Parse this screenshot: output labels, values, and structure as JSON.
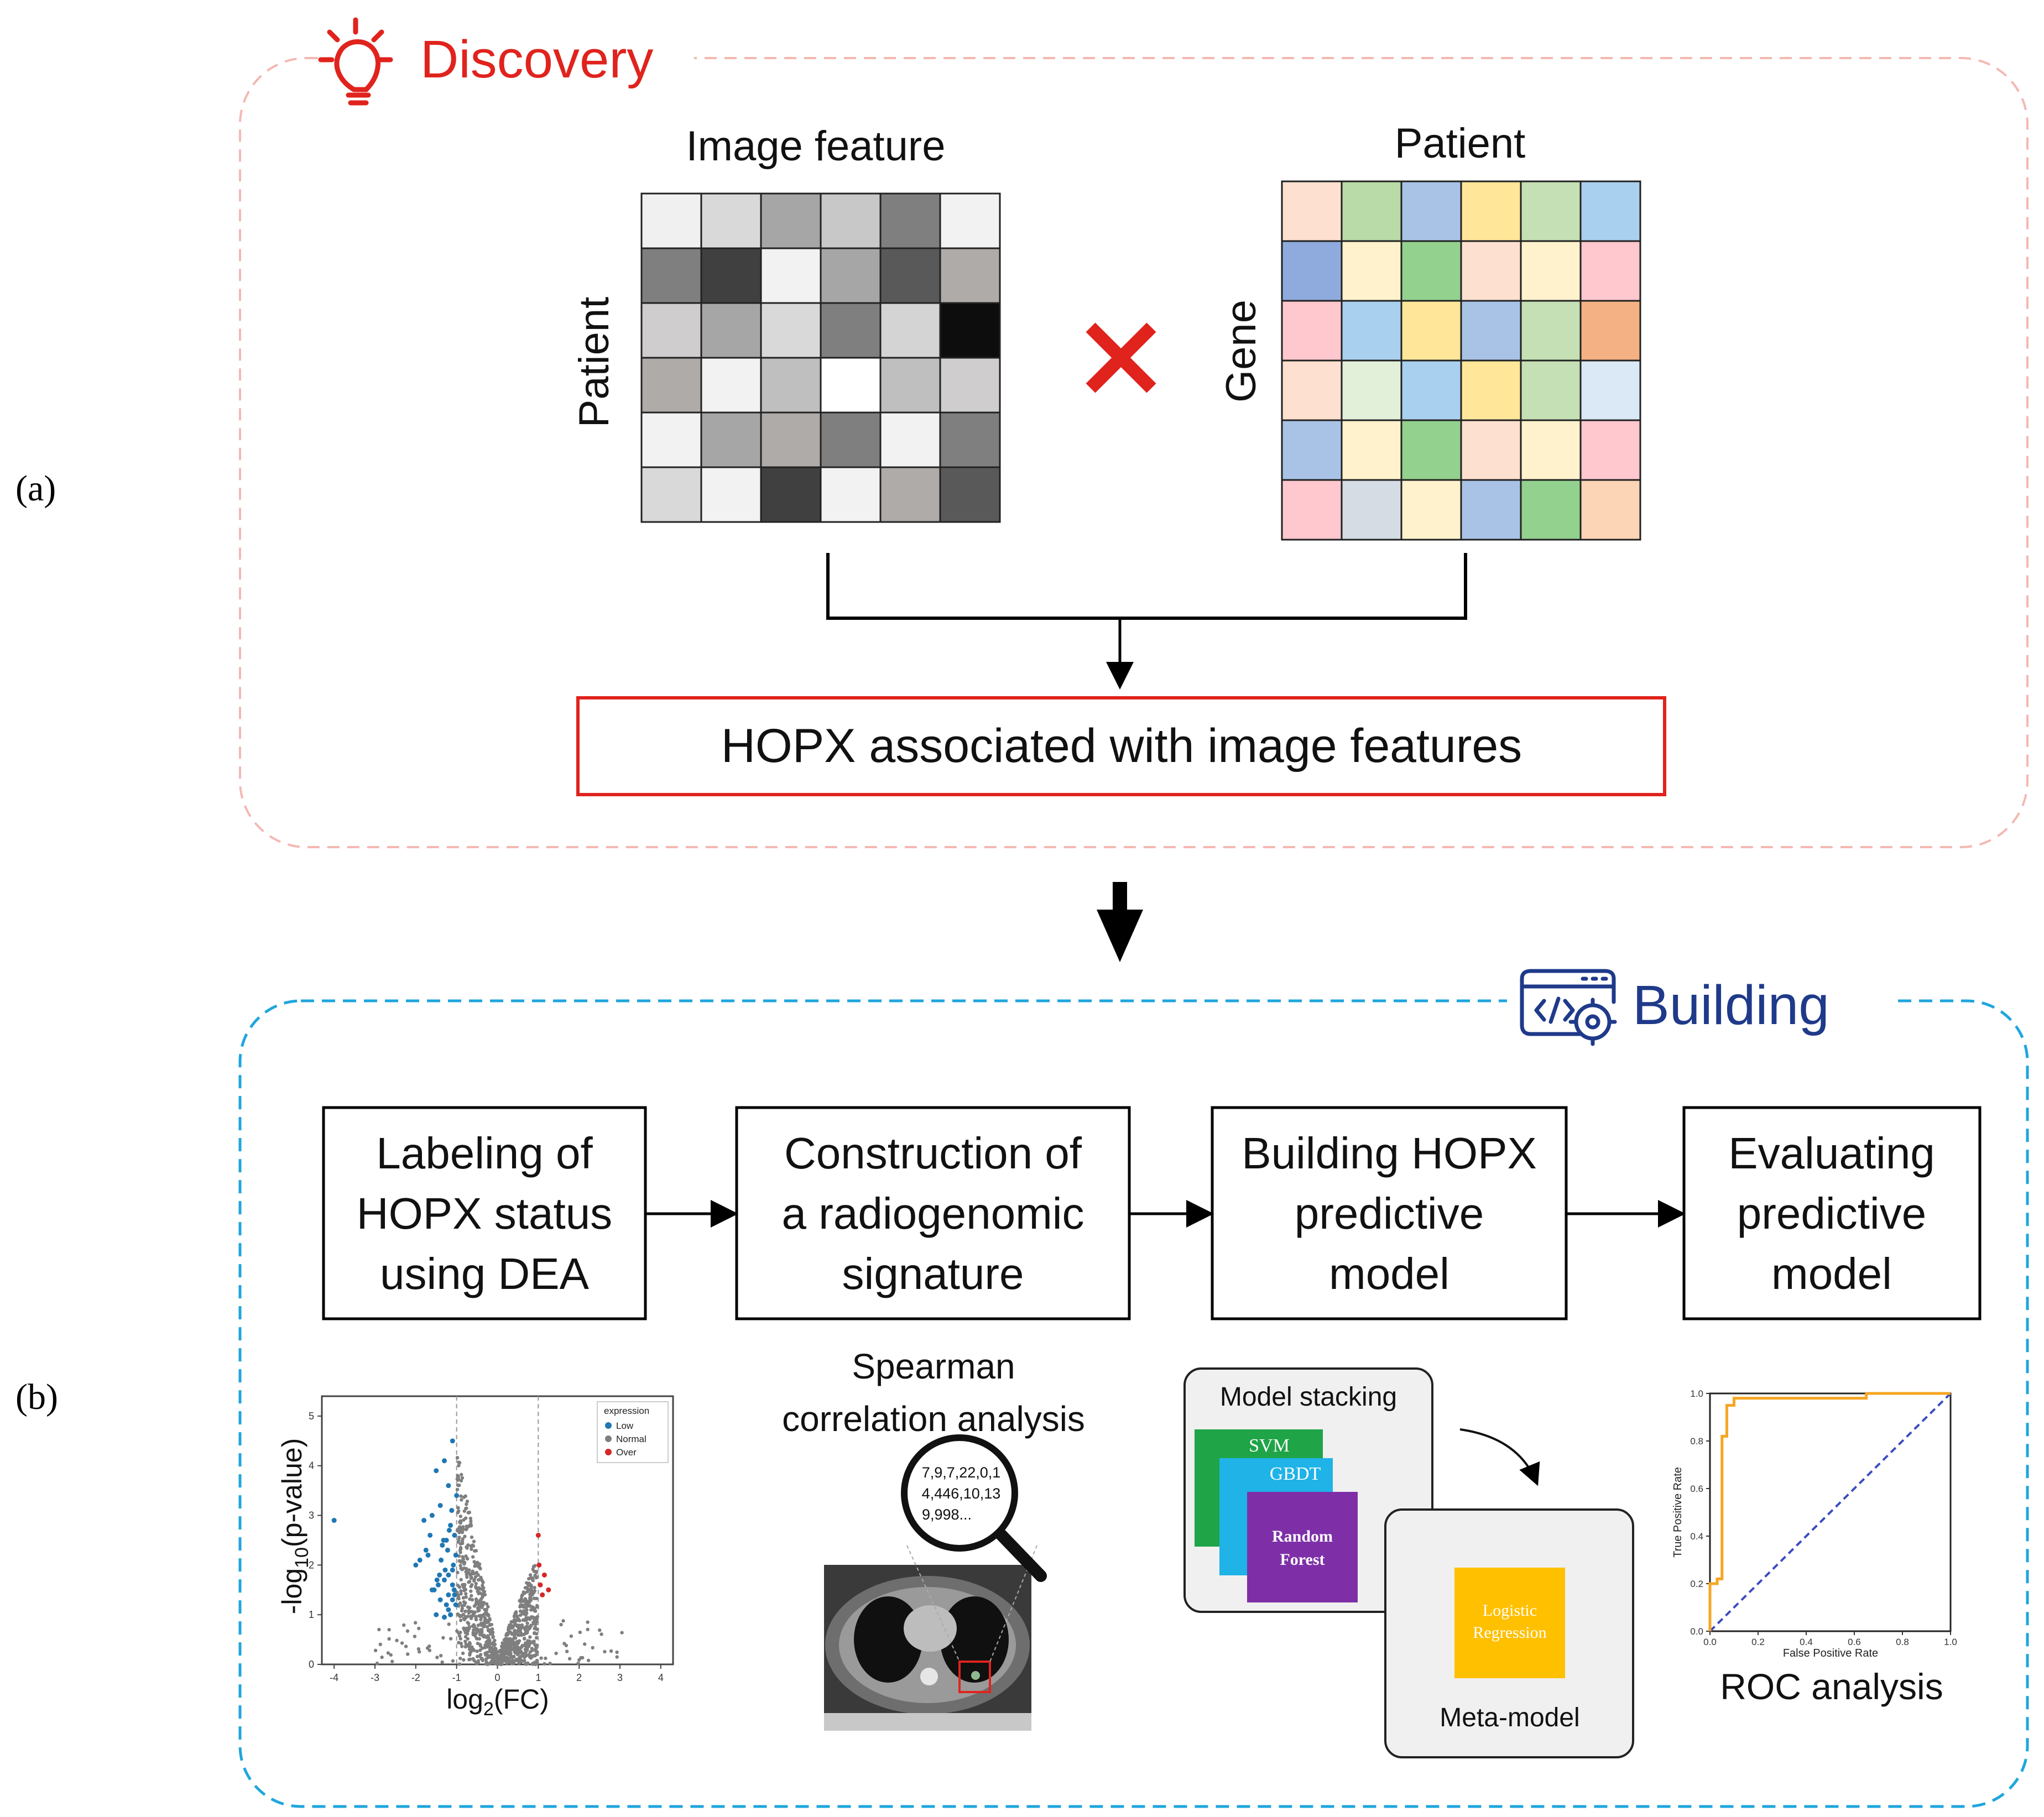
{
  "panel_labels": {
    "a": "(a)",
    "b": "(b)"
  },
  "discovery": {
    "title": "Discovery",
    "image_feature_title": "Image feature",
    "patient_row_label": "Patient",
    "patient_col_title": "Patient",
    "gene_label": "Gene",
    "result_box": "HOPX associated with image features",
    "image_grid": [
      [
        "#f0f0f0",
        "#d9d9d9",
        "#a6a6a6",
        "#c8c8c8",
        "#7f7f7f",
        "#f2f2f2"
      ],
      [
        "#7f7f7f",
        "#404040",
        "#f2f2f2",
        "#a6a6a6",
        "#595959",
        "#afaba8"
      ],
      [
        "#cfcdcd",
        "#a6a6a6",
        "#d9d9d9",
        "#7f7f7f",
        "#d4d4d4",
        "#0d0d0d"
      ],
      [
        "#afaba8",
        "#f2f2f2",
        "#bfbfbf",
        "#ffffff",
        "#bfbfbf",
        "#cfcdcd"
      ],
      [
        "#f2f2f2",
        "#a6a6a6",
        "#afaba8",
        "#7f7f7f",
        "#f2f2f2",
        "#7f7f7f"
      ],
      [
        "#d9d9d9",
        "#f2f2f2",
        "#404040",
        "#f2f2f2",
        "#afaba8",
        "#595959"
      ]
    ],
    "gene_grid": [
      [
        "#fde0cf",
        "#b8dba7",
        "#a9c3e6",
        "#ffe699",
        "#c5e0b4",
        "#a9d0ee"
      ],
      [
        "#8faadc",
        "#fff2cc",
        "#93d18e",
        "#fde0cf",
        "#fff2cc",
        "#ffc7ce"
      ],
      [
        "#ffc7ce",
        "#a9d0ee",
        "#ffe699",
        "#a9c3e6",
        "#c5e0b4",
        "#f4b183"
      ],
      [
        "#fde0cf",
        "#e2f0d9",
        "#a9d0ee",
        "#ffe699",
        "#c5e0b4",
        "#dbe9f6"
      ],
      [
        "#a9c3e6",
        "#fff2cc",
        "#93d18e",
        "#fde0cf",
        "#fff2cc",
        "#ffc7ce"
      ],
      [
        "#ffc7ce",
        "#d6dce4",
        "#fff2cc",
        "#a9c3e6",
        "#93d18e",
        "#fbd5b5"
      ]
    ]
  },
  "building": {
    "title": "Building",
    "steps": [
      {
        "lines": [
          "Labeling of",
          "HOPX status",
          "using DEA"
        ]
      },
      {
        "lines": [
          "Construction of",
          "a radiogenomic",
          "signature"
        ]
      },
      {
        "lines": [
          "Building HOPX",
          "predictive",
          "model"
        ]
      },
      {
        "lines": [
          "Evaluating",
          "predictive",
          "model"
        ]
      }
    ],
    "volcano": {
      "ylabel_main": "-log",
      "ylabel_sub": "10",
      "ylabel_tail": "(p-value)",
      "xlabel_main": "log",
      "xlabel_sub": "2",
      "xlabel_tail": "(FC)",
      "legend_title": "expression",
      "legend": [
        {
          "label": "Low",
          "color": "#1f77b4"
        },
        {
          "label": "Normal",
          "color": "#7f7f7f"
        },
        {
          "label": "Over",
          "color": "#d62728"
        }
      ]
    },
    "spearman_caption": [
      "Spearman",
      "correlation analysis"
    ],
    "magnifier_text": [
      "7,9,7,22,0,1",
      "4,446,10,13",
      "9,998..."
    ],
    "stacking": {
      "title": "Model stacking",
      "models": [
        "SVM",
        "GBDT",
        "Random",
        "Forest"
      ],
      "meta_inner": [
        "Logistic",
        "Regression"
      ],
      "meta_caption": "Meta-model"
    },
    "roc_caption": "ROC analysis",
    "roc_xlabel": "False Positive Rate",
    "roc_ylabel": "True Positive Rate"
  },
  "chart_data": [
    {
      "type": "scatter",
      "title": "",
      "xlabel": "log2(FC)",
      "ylabel": "-log10(p-value)",
      "xlim": [
        -4.3,
        4.3
      ],
      "ylim": [
        0,
        5.4
      ],
      "xticks": [
        -4,
        -3,
        -2,
        -1,
        0,
        1,
        2,
        3,
        4
      ],
      "yticks": [
        0,
        1,
        2,
        3,
        4,
        5
      ],
      "grid": false,
      "legend_position": "top-right",
      "series": [
        {
          "name": "Low",
          "color": "#1f77b4",
          "x": [
            -1.1,
            -1.3,
            -1.5,
            -1.2,
            -1.0,
            -1.4,
            -1.6,
            -1.8,
            -1.15,
            -1.05,
            -1.25,
            -1.35,
            -1.7,
            -1.9,
            -2.0,
            -1.1,
            -1.2,
            -1.3,
            -1.45,
            -1.55,
            -1.05,
            -1.1,
            -1.25,
            -1.6,
            -1.4,
            -1.2,
            -1.15,
            -1.3,
            -1.5,
            -1.02,
            -1.08,
            -1.12,
            -1.18,
            -1.22,
            -1.28,
            -1.32,
            -1.38,
            -1.42,
            -1.48,
            -4.0,
            -1.65,
            -1.75,
            -1.1,
            -1.2,
            -1.02,
            -1.06
          ],
          "y": [
            4.5,
            4.1,
            3.9,
            3.6,
            3.4,
            3.2,
            3.0,
            2.9,
            2.8,
            2.6,
            2.5,
            2.4,
            2.2,
            2.1,
            2.0,
            1.9,
            1.8,
            1.7,
            1.6,
            1.5,
            1.4,
            1.3,
            1.2,
            1.5,
            1.3,
            1.1,
            1.0,
            0.95,
            1.0,
            2.2,
            2.0,
            3.1,
            2.7,
            2.3,
            1.9,
            2.5,
            2.1,
            1.8,
            1.7,
            2.9,
            2.6,
            2.3,
            1.6,
            1.4,
            1.2,
            1.5
          ]
        },
        {
          "name": "Over",
          "color": "#d62728",
          "x": [
            1.0,
            1.15,
            1.05,
            1.25,
            1.1,
            1.02
          ],
          "y": [
            2.6,
            1.8,
            1.6,
            1.5,
            1.4,
            2.0
          ]
        }
      ]
    },
    {
      "type": "line",
      "title": "",
      "xlabel": "False Positive Rate",
      "ylabel": "True Positive Rate",
      "xlim": [
        0,
        1
      ],
      "ylim": [
        0,
        1
      ],
      "xticks": [
        0.0,
        0.2,
        0.4,
        0.6,
        0.8,
        1.0
      ],
      "yticks": [
        0.0,
        0.2,
        0.4,
        0.6,
        0.8,
        1.0
      ],
      "series": [
        {
          "name": "",
          "color": "#f5a623",
          "x": [
            0.0,
            0.0,
            0.03,
            0.03,
            0.05,
            0.05,
            0.07,
            0.07,
            0.1,
            0.1,
            0.65,
            0.65,
            1.0
          ],
          "y": [
            0.0,
            0.2,
            0.2,
            0.22,
            0.22,
            0.82,
            0.82,
            0.95,
            0.95,
            0.98,
            0.98,
            1.0,
            1.0
          ]
        },
        {
          "name": "",
          "color": "#3b4cc0",
          "dashed": true,
          "x": [
            0,
            1
          ],
          "y": [
            0,
            1
          ]
        }
      ]
    }
  ]
}
